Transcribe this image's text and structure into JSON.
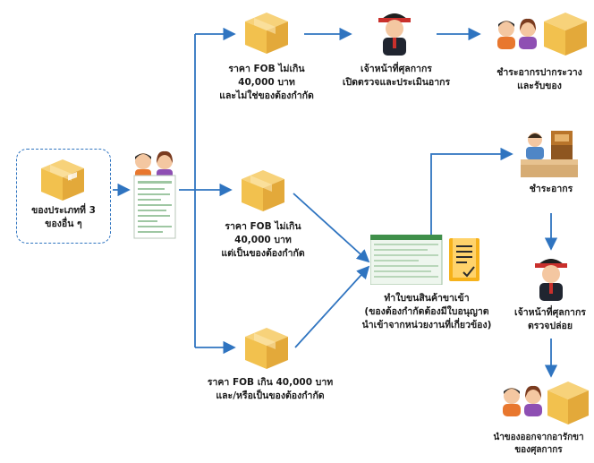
{
  "colors": {
    "arrow": "#2f74c0",
    "box": "#f2c14e",
    "box_dark": "#d99a2b",
    "frame": "#2f74c0"
  },
  "start": {
    "line1": "ของประเภทที่ 3",
    "line2": "ของอื่น ๆ"
  },
  "branch_top": {
    "line1": "ราคา FOB ไม่เกิน",
    "line2": "40,000 บาท",
    "line3": "และไม่ใช่ของต้องกำกัด"
  },
  "branch_mid": {
    "line1": "ราคา FOB ไม่เกิน",
    "line2": "40,000 บาท",
    "line3": "แต่เป็นของต้องกำกัด"
  },
  "branch_bot": {
    "line1": "ราคา FOB เกิน 40,000 บาท",
    "line2": "และ/หรือเป็นของต้องกำกัด"
  },
  "officer_top": {
    "line1": "เจ้าหน้าที่ศุลกากร",
    "line2": "เปิดตรวจและประเมินอากร"
  },
  "pay_top": {
    "line1": "ชำระอากรปากระวาง",
    "line2": "และรับของ"
  },
  "import_entry": {
    "line1": "ทำใบขนสินค้าขาเข้า",
    "line2": "(ของต้องกำกัดต้องมีใบอนุญาต",
    "line3": "นำเข้าจากหน่วยงานที่เกี่ยวข้อง)"
  },
  "pay_duty": {
    "line1": "ชำระอากร"
  },
  "officer_release": {
    "line1": "เจ้าหน้าที่ศุลกากร",
    "line2": "ตรวจปล่อย"
  },
  "take_out": {
    "line1": "นำของออกจากอารักขา",
    "line2": "ของศุลกากร"
  }
}
